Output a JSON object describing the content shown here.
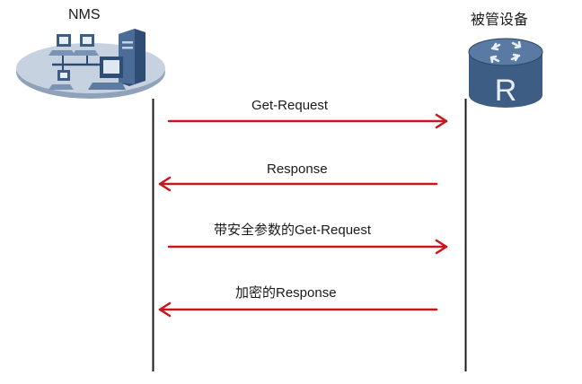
{
  "title": "SNMP secure request/response sequence",
  "actors": {
    "left": {
      "label": "NMS",
      "icon": "network-management-station-icon"
    },
    "right": {
      "label": "被管设备",
      "icon": "router-icon",
      "router_glyph": "R"
    }
  },
  "messages": [
    {
      "label": "Get-Request",
      "direction": "left-to-right"
    },
    {
      "label": "Response",
      "direction": "right-to-left"
    },
    {
      "label": "带安全参数的Get-Request",
      "direction": "left-to-right"
    },
    {
      "label": "加密的Response",
      "direction": "right-to-left"
    }
  ],
  "colors": {
    "arrow": "#c8161d",
    "lifeline": "#1a1a1a",
    "device_blue": "#3d5d85",
    "platform": "#b8c6d8"
  }
}
